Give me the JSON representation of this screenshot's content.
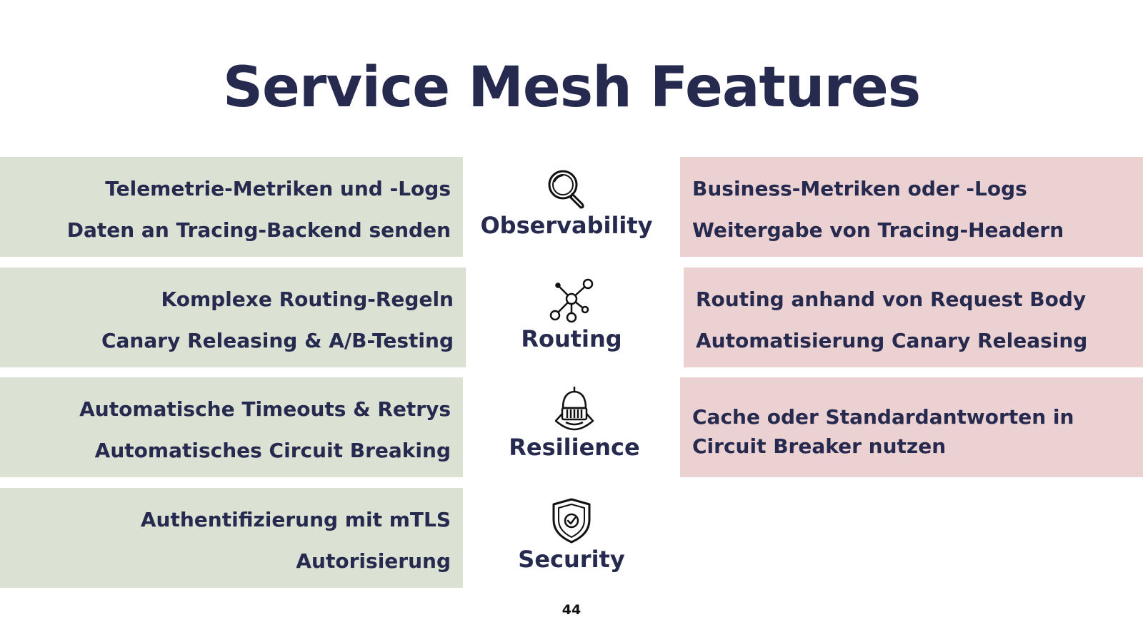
{
  "title": "Service Mesh Features",
  "rows": [
    {
      "feature": "Observability",
      "icon": "magnifying-glass-icon",
      "mesh": [
        "Telemetrie-Metriken und -Logs",
        "Daten an Tracing-Backend senden"
      ],
      "app": [
        "Business-Metriken oder -Logs",
        "Weitergabe von Tracing-Headern"
      ]
    },
    {
      "feature": "Routing",
      "icon": "network-nodes-icon",
      "mesh": [
        "Komplexe Routing-Regeln",
        "Canary Releasing & A/B-Testing"
      ],
      "app": [
        "Routing anhand von Request Body",
        "Automatisierung Canary Releasing"
      ]
    },
    {
      "feature": "Resilience",
      "icon": "knight-helmet-icon",
      "mesh": [
        "Automatische Timeouts & Retrys",
        "Automatisches Circuit Breaking"
      ],
      "app": [
        "Cache oder Standardantworten in Circuit Breaker nutzen"
      ]
    },
    {
      "feature": "Security",
      "icon": "shield-check-icon",
      "mesh": [
        "Authentifizierung mit mTLS",
        "Autorisierung"
      ],
      "app": []
    }
  ],
  "page_number": "44",
  "colors": {
    "text": "#272a4f",
    "mesh_box": "#dbe1d3",
    "app_box": "#ecd1d2",
    "background": "#ffffff"
  }
}
